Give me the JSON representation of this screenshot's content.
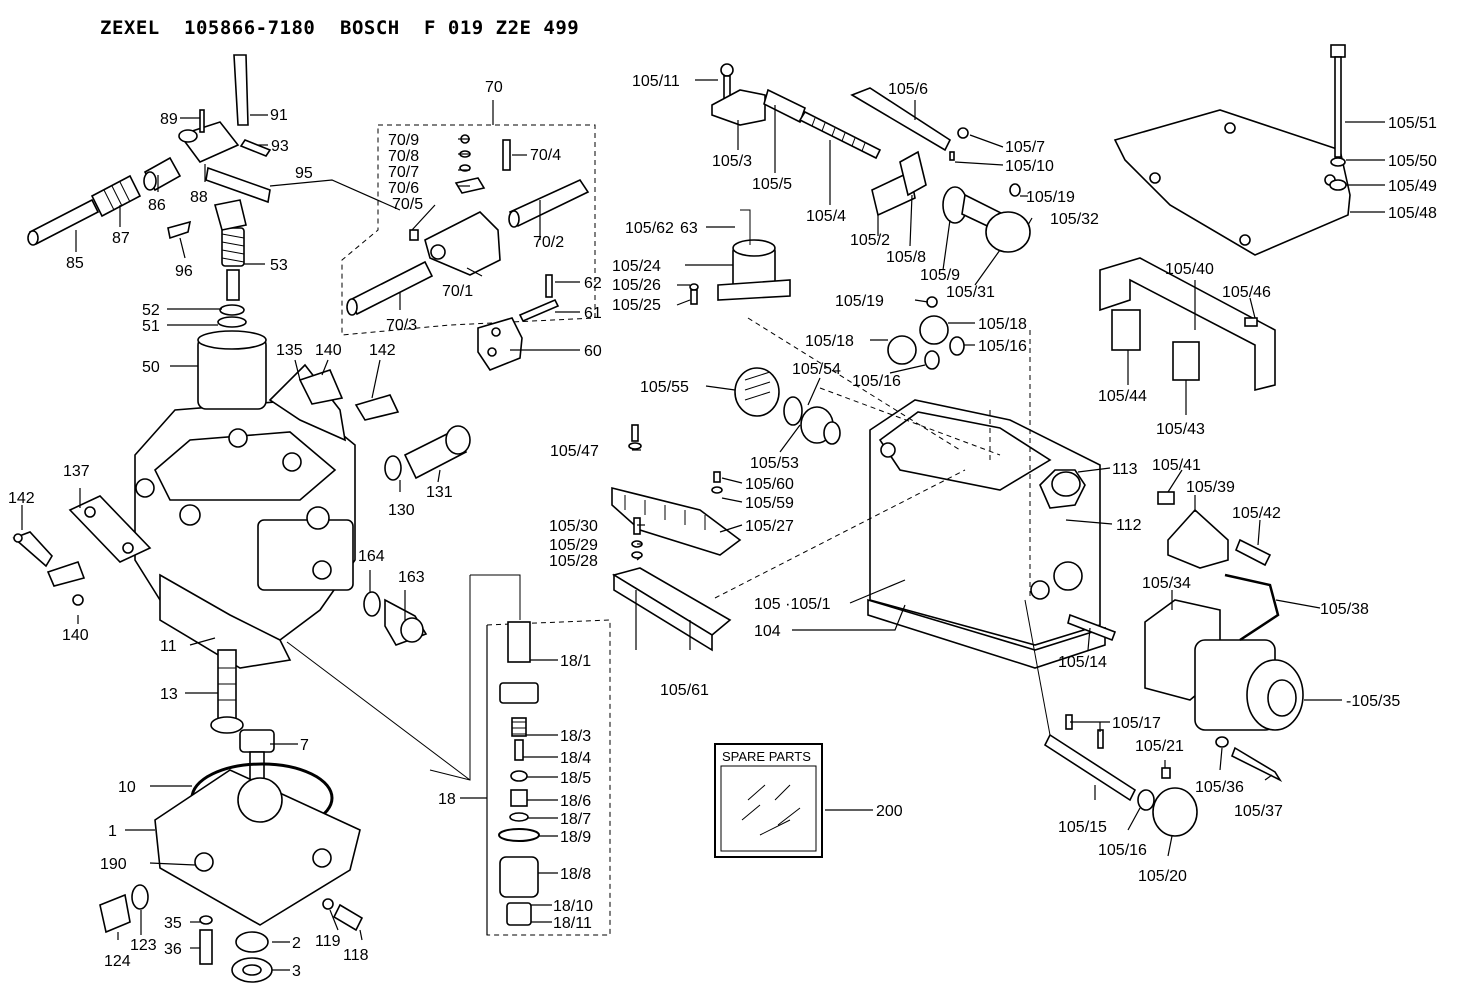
{
  "header": {
    "brand1": "ZEXEL",
    "part1": "105866-7180",
    "brand2": "BOSCH",
    "part2": "F 019 Z2E 499"
  },
  "spare_box": {
    "label": "SPARE PARTS"
  },
  "callouts": {
    "c70": "70",
    "c70_9": "70/9",
    "c70_8": "70/8",
    "c70_7": "70/7",
    "c70_6": "70/6",
    "c70_5": "70/5",
    "c70_4": "70/4",
    "c70_2": "70/2",
    "c70_1": "70/1",
    "c70_3": "70/3",
    "c89": "89",
    "c91": "91",
    "c93": "93",
    "c95": "95",
    "c88": "88",
    "c86": "86",
    "c87": "87",
    "c85": "85",
    "c96": "96",
    "c53": "53",
    "c52": "52",
    "c51": "51",
    "c50": "50",
    "c135": "135",
    "c140a": "140",
    "c142a": "142",
    "c62": "62",
    "c61": "61",
    "c60": "60",
    "c63": "63",
    "c137": "137",
    "c142b": "142",
    "c140b": "140",
    "c131": "131",
    "c130": "130",
    "c164": "164",
    "c163": "163",
    "c11": "11",
    "c13": "13",
    "c7": "7",
    "c10": "10",
    "c1": "1",
    "c190": "190",
    "c124": "124",
    "c123": "123",
    "c35": "35",
    "c36": "36",
    "c2": "2",
    "c3": "3",
    "c119": "119",
    "c118": "118",
    "c18": "18",
    "c18_1": "18/1",
    "c18_3": "18/3",
    "c18_4": "18/4",
    "c18_5": "18/5",
    "c18_6": "18/6",
    "c18_7": "18/7",
    "c18_9": "18/9",
    "c18_8": "18/8",
    "c18_10": "18/10",
    "c18_11": "18/11",
    "c105_11": "105/11",
    "c105_3": "105/3",
    "c105_5": "105/5",
    "c105_4": "105/4",
    "c105_6": "105/6",
    "c105_7": "105/7",
    "c105_10": "105/10",
    "c105_19a": "105/19",
    "c105_32": "105/32",
    "c105_2": "105/2",
    "c105_8": "105/8",
    "c105_9": "105/9",
    "c105_31": "105/31",
    "c105_62": "105/62",
    "c105_24": "105/24",
    "c105_26": "105/26",
    "c105_25": "105/25",
    "c105_19b": "105/19",
    "c105_18a": "105/18",
    "c105_18b": "105/18",
    "c105_16a": "105/16",
    "c105_16b": "105/16",
    "c105_55": "105/55",
    "c105_54": "105/54",
    "c105_53": "105/53",
    "c105_47": "105/47",
    "c105_60": "105/60",
    "c105_59": "105/59",
    "c105_27": "105/27",
    "c105_30": "105/30",
    "c105_29": "105/29",
    "c105_28": "105/28",
    "c105_61": "105/61",
    "c105_105_1": "105 ·105/1",
    "c104": "104",
    "c113": "113",
    "c112": "112",
    "c105_14": "105/14",
    "c105_17": "105/17",
    "c105_21": "105/21",
    "c105_15": "105/15",
    "c105_16c": "105/16",
    "c105_20": "105/20",
    "c200": "200",
    "c105_51": "105/51",
    "c105_50": "105/50",
    "c105_49": "105/49",
    "c105_48": "105/48",
    "c105_40": "105/40",
    "c105_46": "105/46",
    "c105_44": "105/44",
    "c105_43": "105/43",
    "c105_41": "105/41",
    "c105_39": "105/39",
    "c105_42": "105/42",
    "c105_34": "105/34",
    "c105_38": "105/38",
    "c105_35": "-105/35",
    "c105_36": "105/36",
    "c105_37": "105/37"
  }
}
